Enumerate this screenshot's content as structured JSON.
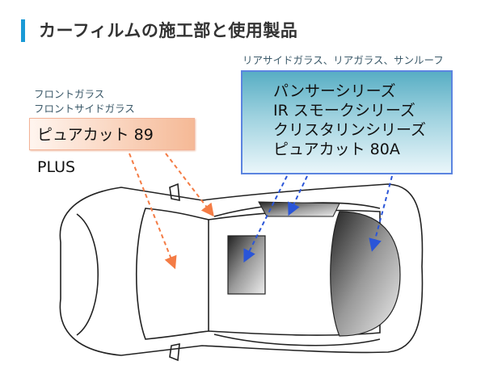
{
  "title": "カーフィルムの施工部と使用製品",
  "front": {
    "labels": [
      "フロントガラス",
      "フロントサイドガラス"
    ],
    "product": "ピュアカット 89 PLUS",
    "arrow_color": "#f47c45"
  },
  "rear": {
    "label": "リアサイドガラス、リアガラス、サンルーフ",
    "products": [
      "パンサーシリーズ",
      "IR スモークシリーズ",
      "クリスタリンシリーズ",
      "ピュアカット 80A"
    ],
    "arrow_color": "#2a55d8"
  },
  "accent": "#1a9ad6"
}
